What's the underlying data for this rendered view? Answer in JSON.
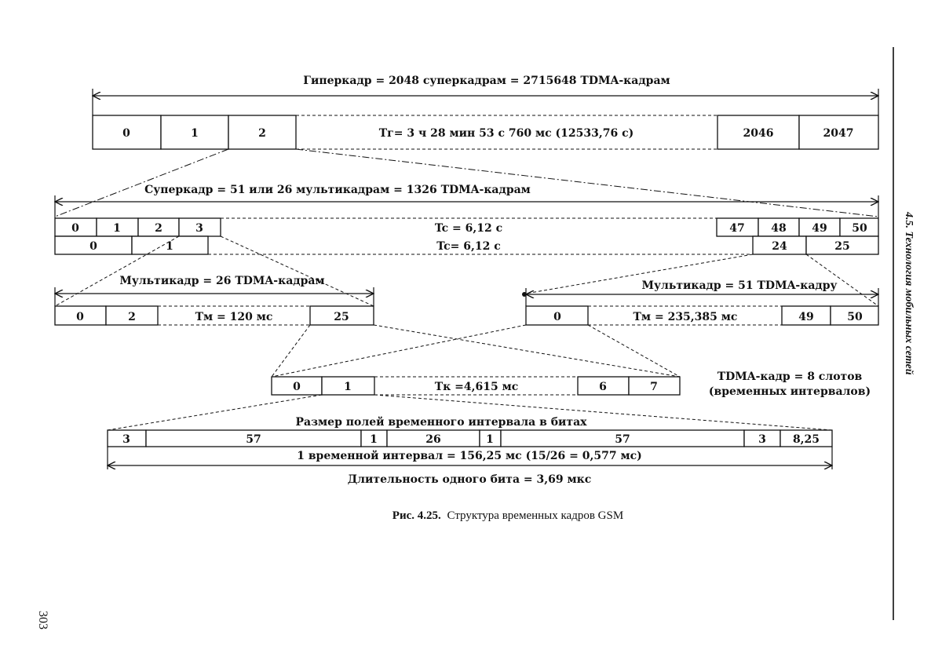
{
  "hyperframe": {
    "title": "Гиперкадр = 2048 суперкадрам  = 2715648  TDMA-кадрам",
    "cells": [
      "0",
      "1",
      "2",
      "2046",
      "2047"
    ],
    "duration": "Tг= 3 ч 28 мин 53 с 760 мс (12533,76 с)"
  },
  "superframe": {
    "title": "Суперкадр = 51 или 26 мультикадрам = 1326 TDMA-кадрам",
    "row1_cells": [
      "0",
      "1",
      "2",
      "3",
      "47",
      "48",
      "49",
      "50"
    ],
    "row1_duration": "Tc = 6,12 c",
    "row2_cells": [
      "0",
      "1",
      "24",
      "25"
    ],
    "row2_duration": "Tc= 6,12 c"
  },
  "multiframe26": {
    "title": "Мультикадр = 26 TDMA-кадрам",
    "cells": [
      "0",
      "2",
      "25"
    ],
    "duration": "Tм = 120 мс"
  },
  "multiframe51": {
    "title": "Мультикадр = 51 TDMA-кадру",
    "cells": [
      "0",
      "49",
      "50"
    ],
    "duration": "Tм = 235,385 мс"
  },
  "tdma_frame": {
    "cells": [
      "0",
      "1",
      "6",
      "7"
    ],
    "duration": "Tк =4,615 мс",
    "note_line1": "TDMA-кадр = 8 слотов",
    "note_line2": "(временных интервалов)"
  },
  "timeslot": {
    "title": "Размер полей  временного интервала в битах",
    "fields": [
      "3",
      "57",
      "1",
      "26",
      "1",
      "57",
      "3",
      "8,25"
    ],
    "duration": "1 временной интервал = 156,25 мс (15/26 = 0,577 мс)",
    "bit_duration": "Длительность одного бита = 3,69 мкс"
  },
  "caption": {
    "label": "Рис. 4.25.",
    "text": "Структура временных кадров GSM"
  },
  "side_header": "4.5. Технология мобильных сетей",
  "page_number": "303"
}
